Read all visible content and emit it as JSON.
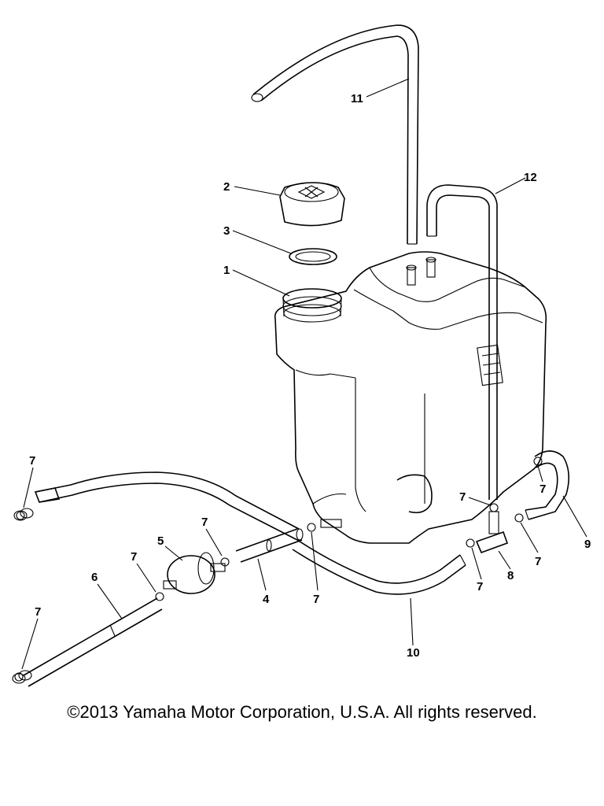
{
  "callouts": [
    {
      "id": "1",
      "text": "1"
    },
    {
      "id": "2",
      "text": "2"
    },
    {
      "id": "3",
      "text": "3"
    },
    {
      "id": "4",
      "text": "4"
    },
    {
      "id": "5",
      "text": "5"
    },
    {
      "id": "6",
      "text": "6"
    },
    {
      "id": "7a",
      "text": "7"
    },
    {
      "id": "7b",
      "text": "7"
    },
    {
      "id": "7c",
      "text": "7"
    },
    {
      "id": "7d",
      "text": "7"
    },
    {
      "id": "7e",
      "text": "7"
    },
    {
      "id": "7f",
      "text": "7"
    },
    {
      "id": "7g",
      "text": "7"
    },
    {
      "id": "7h",
      "text": "7"
    },
    {
      "id": "7i",
      "text": "7"
    },
    {
      "id": "8",
      "text": "8"
    },
    {
      "id": "9",
      "text": "9"
    },
    {
      "id": "10",
      "text": "10"
    },
    {
      "id": "11",
      "text": "11"
    },
    {
      "id": "12",
      "text": "12"
    }
  ],
  "copyright": "©2013 Yamaha Motor Corporation, U.S.A. All rights reserved."
}
